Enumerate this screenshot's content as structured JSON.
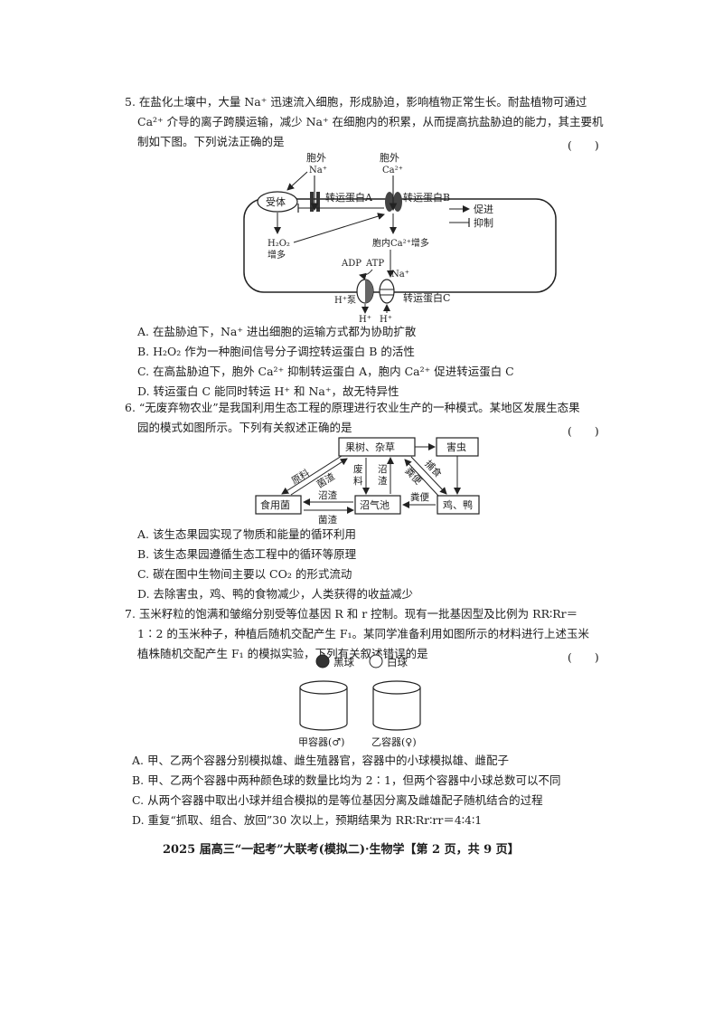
{
  "q5": {
    "stem_l1": "5. 在盐化土壤中，大量 Na⁺ 迅速流入细胞，形成胁迫，影响植物正常生长。耐盐植物可通过",
    "stem_l2": "Ca²⁺ 介导的离子跨膜运输，减少 Na⁺ 在细胞内的积累，从而提高抗盐胁迫的能力，其主要机",
    "stem_l3": "制如下图。下列说法正确的是",
    "paren": "(　　)",
    "diagram": {
      "outside_na_l1": "胞外",
      "outside_na_l2": "Na⁺",
      "outside_ca_l1": "胞外",
      "outside_ca_l2": "Ca²⁺",
      "receptor": "受体",
      "transporter_a": "转运蛋白A",
      "transporter_b": "转运蛋白B",
      "h2o2_l1": "H₂O₂",
      "h2o2_l2": "增多",
      "inner_ca": "胞内Ca²⁺增多",
      "adp": "ADP",
      "atp": "ATP",
      "na_in": "Na⁺",
      "h_pump": "H⁺泵",
      "transporter_c": "转运蛋白C",
      "h1": "H⁺",
      "h2": "H⁺",
      "legend_promote": "促进",
      "legend_inhibit": "抑制"
    },
    "options": [
      "A. 在盐胁迫下，Na⁺ 进出细胞的运输方式都为协助扩散",
      "B. H₂O₂ 作为一种胞间信号分子调控转运蛋白 B 的活性",
      "C. 在高盐胁迫下，胞外 Ca²⁺ 抑制转运蛋白 A，胞内 Ca²⁺ 促进转运蛋白 C",
      "D. 转运蛋白 C 能同时转运 H⁺ 和 Na⁺，故无特异性"
    ]
  },
  "q6": {
    "stem_l1": "6. “无废弃物农业”是我国利用生态工程的原理进行农业生产的一种模式。某地区发展生态果",
    "stem_l2": "园的模式如图所示。下列有关叙述正确的是",
    "paren": "(　　)",
    "diagram": {
      "fruit": "果树、杂草",
      "pest": "害虫",
      "fungi": "食用菌",
      "biogas": "沼气池",
      "poultry": "鸡、鸭",
      "raw": "原料",
      "fungal_residue": "菌渣",
      "waste_l1": "废",
      "waste_l2": "料",
      "slag_l1": "沼",
      "slag_l2": "渣",
      "feces": "粪便",
      "prey": "捕食",
      "slag_mid": "沼渣",
      "fungal_residue2": "菌渣",
      "manure": "粪便"
    },
    "options": [
      "A. 该生态果园实现了物质和能量的循环利用",
      "B. 该生态果园遵循生态工程中的循环等原理",
      "C. 碳在图中生物间主要以 CO₂ 的形式流动",
      "D. 去除害虫，鸡、鸭的食物减少，人类获得的收益减少"
    ]
  },
  "q7": {
    "stem_l1": "7. 玉米籽粒的饱满和皱缩分别受等位基因 R 和 r 控制。现有一批基因型及比例为 RR∶Rr＝",
    "stem_l2": "1∶2 的玉米种子，种植后随机交配产生 F₁。某同学准备利用如图所示的材料进行上述玉米",
    "stem_l3": "植株随机交配产生 F₁ 的模拟实验，下列有关叙述错误的是",
    "paren": "(　　)",
    "legend_black": "黑球",
    "legend_white": "白球",
    "container_a": "甲容器(♂)",
    "container_b": "乙容器(♀)",
    "options": [
      "A. 甲、乙两个容器分别模拟雄、雌生殖器官，容器中的小球模拟雄、雌配子",
      "B. 甲、乙两个容器中两种颜色球的数量比均为 2∶1，但两个容器中小球总数可以不同",
      "C. 从两个容器中取出小球并组合模拟的是等位基因分离及雌雄配子随机结合的过程",
      "D. 重复“抓取、组合、放回”30 次以上，预期结果为 RR∶Rr∶rr＝4∶4∶1"
    ]
  },
  "footer": "2025 届高三“一起考”大联考(模拟二)·生物学【第 2 页，共 9 页】"
}
